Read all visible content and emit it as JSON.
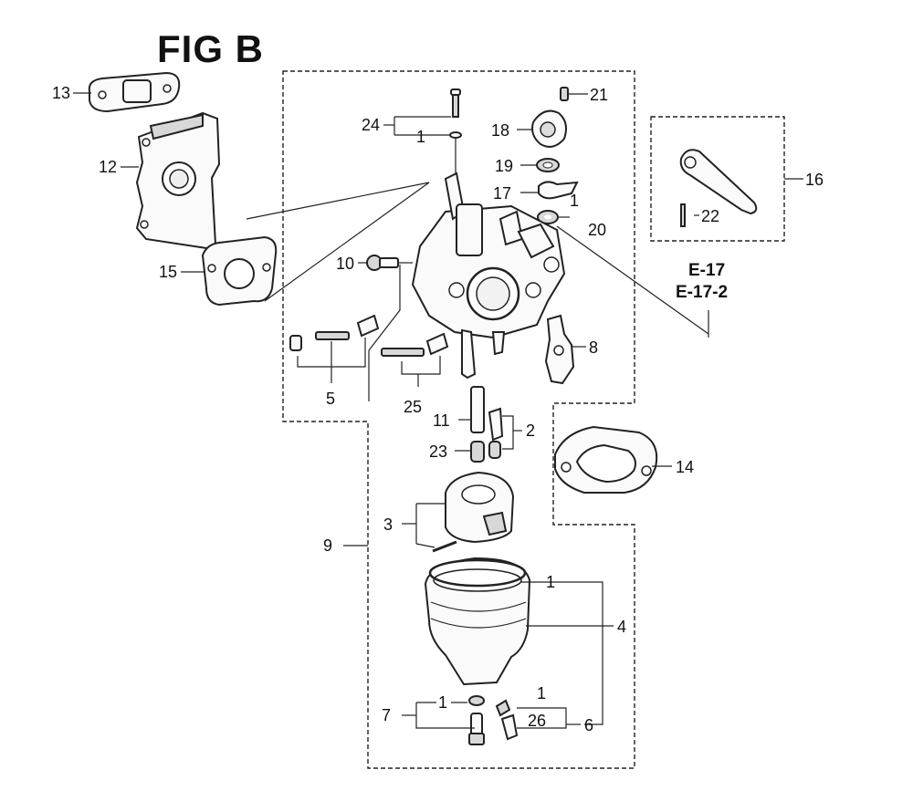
{
  "figure": {
    "title": "FIG B"
  },
  "references": {
    "ref1": "E-17",
    "ref2": "E-17-2"
  },
  "callouts": {
    "c13": "13",
    "c12": "12",
    "c15": "15",
    "c24": "24",
    "c1_top": "1",
    "c18": "18",
    "c21": "21",
    "c19": "19",
    "c17": "17",
    "c1_right": "1",
    "c20": "20",
    "c16": "16",
    "c22": "22",
    "c10": "10",
    "c8": "8",
    "c5": "5",
    "c25": "25",
    "c11": "11",
    "c2": "2",
    "c23": "23",
    "c14": "14",
    "c3": "3",
    "c9": "9",
    "c1_bowl": "1",
    "c4": "4",
    "c7": "7",
    "c1_bl": "1",
    "c1_br": "1",
    "c26": "26",
    "c6": "6"
  },
  "part_icons": [
    "gasket-icon",
    "insulator-plate-icon",
    "carburetor-body-icon",
    "float-bowl-icon",
    "float-icon",
    "choke-lever-icon",
    "screw-icon",
    "spring-icon",
    "jet-icon",
    "elbow-gasket-icon"
  ]
}
